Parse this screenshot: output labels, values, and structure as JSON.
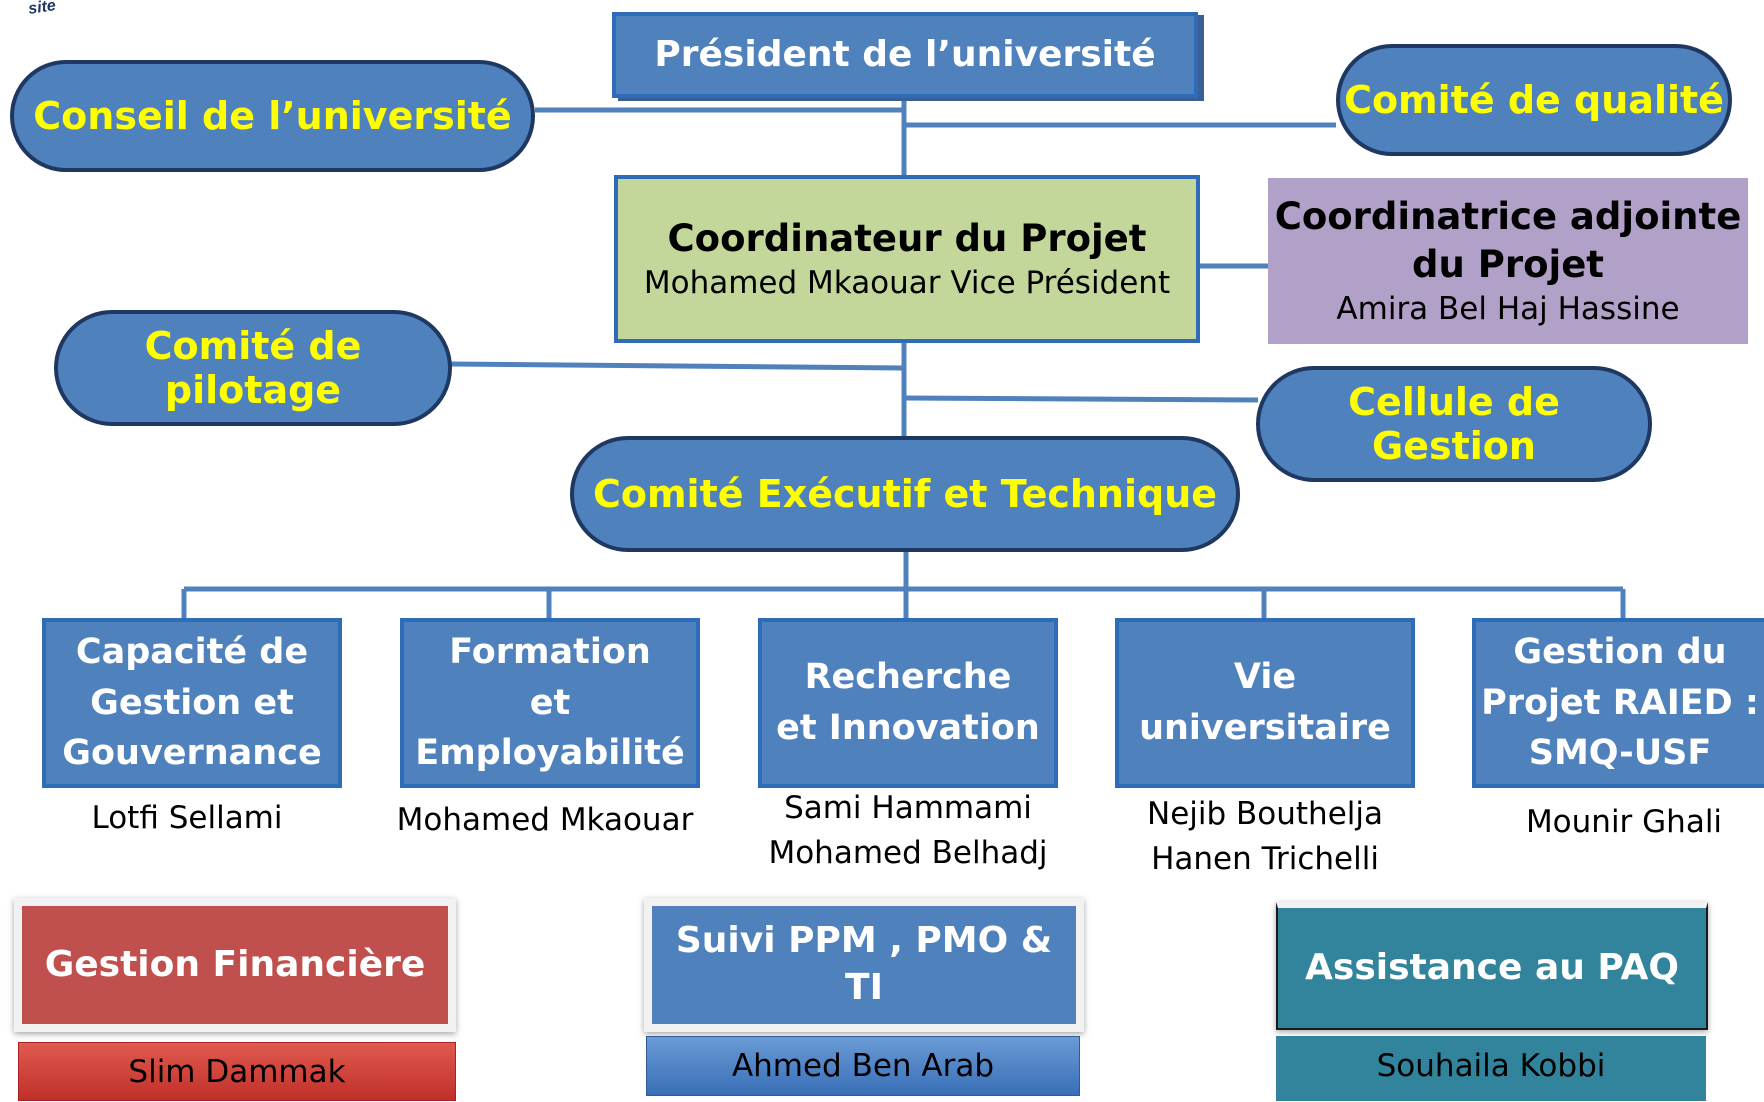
{
  "logo_text": "site",
  "president": "Président de l’université",
  "conseil": "Conseil de l’université",
  "qualite": "Comité de qualité",
  "coordinateur": {
    "title": "Coordinateur du Projet",
    "name": "Mohamed Mkaouar Vice Président"
  },
  "adjointe": {
    "title_line1": "Coordinatrice adjointe",
    "title_line2": "du Projet",
    "name": "Amira Bel Haj Hassine"
  },
  "pilotage": "Comité de pilotage",
  "cellule": "Cellule de Gestion",
  "executif": "Comité Exécutif et Technique",
  "departments": [
    {
      "lines": [
        "Capacité de",
        "Gestion et",
        "Gouvernance"
      ],
      "people": [
        "Lotfi Sellami"
      ]
    },
    {
      "lines": [
        "Formation",
        "et Employabilité"
      ],
      "people": [
        "Mohamed Mkaouar"
      ]
    },
    {
      "lines": [
        "Recherche",
        "et Innovation"
      ],
      "people": [
        "Sami Hammami",
        "Mohamed Belhadj"
      ]
    },
    {
      "lines": [
        "Vie",
        "universitaire"
      ],
      "people": [
        "Nejib Bouthelja",
        "Hanen Trichelli"
      ]
    },
    {
      "lines": [
        "Gestion du",
        "Projet RAIED :",
        "SMQ-USF"
      ],
      "people": [
        "Mounir Ghali"
      ]
    }
  ],
  "support": [
    {
      "title": "Gestion Financière",
      "person": "Slim Dammak"
    },
    {
      "title": "Suivi PPM ,  PMO & TI",
      "person": "Ahmed Ben Arab"
    },
    {
      "title": "Assistance au PAQ",
      "person": "Souhaila Kobbi"
    }
  ]
}
